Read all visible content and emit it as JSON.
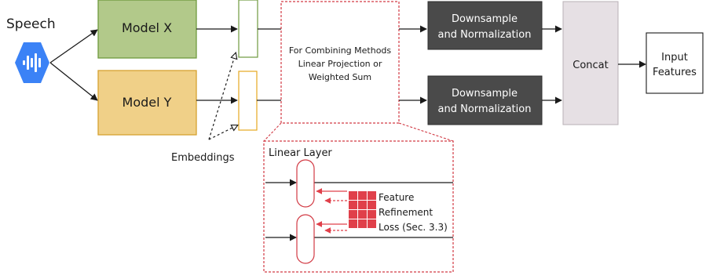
{
  "labels": {
    "speech": "Speech",
    "model_x": "Model X",
    "model_y": "Model Y",
    "combine_line1": "For Combining Methods",
    "combine_line2": "Linear Projection or",
    "combine_line3": "Weighted Sum",
    "downsample_top_line1": "Downsample",
    "downsample_top_line2": "and Normalization",
    "downsample_bottom_line1": "Downsample",
    "downsample_bottom_line2": "and Normalization",
    "concat": "Concat",
    "input_features_line1": "Input",
    "input_features_line2": "Features",
    "embeddings": "Embeddings",
    "linear_layer": "Linear Layer",
    "loss_line1": "Feature",
    "loss_line2": "Refinement",
    "loss_line3": "Loss (Sec. 3.3)"
  },
  "icons": {
    "speech": "speech-waveform-hexagon-icon"
  },
  "colors": {
    "speech_icon": "#3b82f6",
    "model_x_fill": "#b2c98a",
    "model_x_stroke": "#6f9a3e",
    "model_y_fill": "#f0d088",
    "model_y_stroke": "#d6a22f",
    "downsample_fill": "#4a4a4a",
    "concat_fill": "#e6e0e4",
    "loss_red": "#e0404a"
  }
}
